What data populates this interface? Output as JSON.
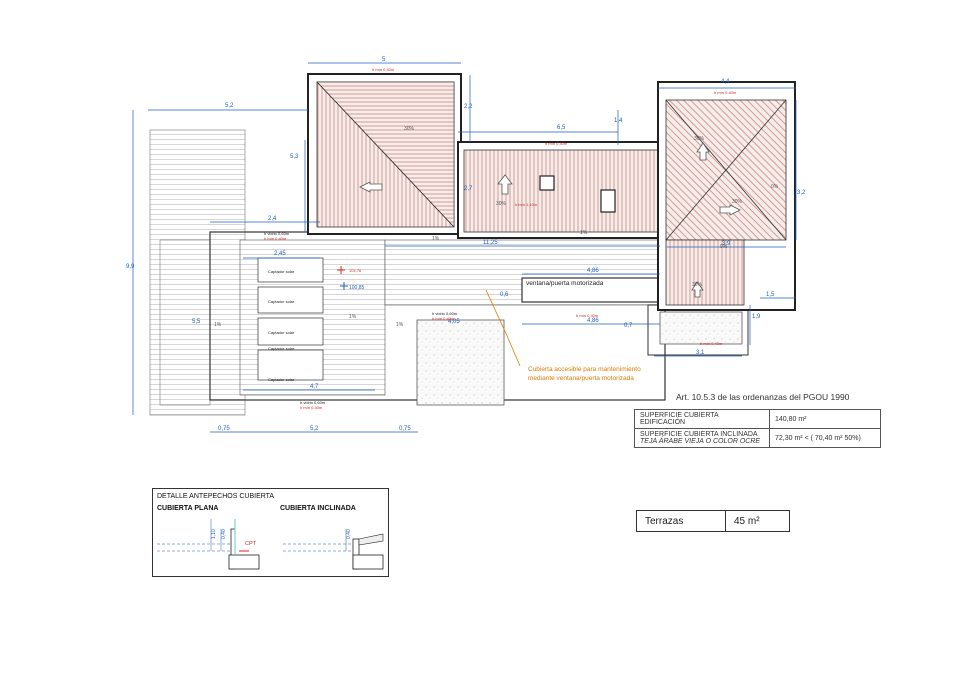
{
  "dimensions": {
    "d5": "5",
    "d44": "4,4",
    "d52_top": "5,2",
    "d65": "6,5",
    "d22": "2,2",
    "d14": "1,4",
    "d27": "2,7",
    "d53": "5,3",
    "d32": "3,2",
    "d24": "2,4",
    "d245": "2,45",
    "d1125": "11,25",
    "d39": "3,9",
    "d486_top": "4,86",
    "d486_bot": "4,86",
    "d15": "1,5",
    "d19": "1,9",
    "d31": "3,1",
    "d99": "9,9",
    "d55": "5,5",
    "d47": "4,7",
    "d075_l": "0,75",
    "d52_bot": "5,2",
    "d075_r": "0,75",
    "d405": "4,05",
    "d07": "0,7",
    "d06": "0,6"
  },
  "heights": {
    "hmin": "h mín 0,40m",
    "hmin110": "h mín 1,10m",
    "hvidrio": "h vidrio 0,60m",
    "level1": "101,76",
    "level2": "100,85"
  },
  "slopes": {
    "p1": "1%",
    "p30": "30%",
    "p0": "0%"
  },
  "labels": {
    "captador": "Captador solar",
    "window": "ventana/puerta motorizada",
    "note_line1": "Cubierta accesible para mantenimiento",
    "note_line2": "mediante ventana/puerta motorizada"
  },
  "article": "Art. 10.5.3 de las ordenanzas del PGOU 1990",
  "surfaces": {
    "row1_label": "SUPERFICIE CUBIERTA EDIFICACIÓN",
    "row1_value": "140,80 m²",
    "row2_label": "SUPERFICIE CUBIERTA INCLINADA",
    "row2_sub": "TEJA ÁRABE VIEJA O COLOR OCRE",
    "row2_value": "72,30 m² < ( 70,40 m² 50%)"
  },
  "terraces": {
    "label": "Terrazas",
    "value": "45 m²"
  },
  "detail": {
    "title": "DETALLE ANTEPECHOS CUBIERTA",
    "flat": "CUBIERTA PLANA",
    "inclined": "CUBIERTA INCLINADA",
    "h040": "0,40",
    "h110": "1,10",
    "cpt": "CPT"
  },
  "colors": {
    "dimension_blue": "#1f5fbf",
    "roof_tile": "#c98a80",
    "annotation_red": "#d22222",
    "note_orange": "#e07b00"
  }
}
